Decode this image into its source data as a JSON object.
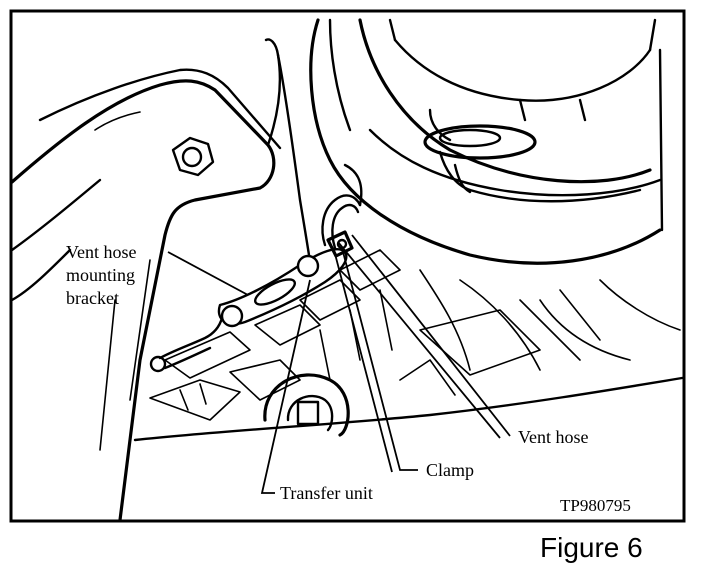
{
  "labels": {
    "vent_hose_bracket_line1": "Vent hose",
    "vent_hose_bracket_line2": "mounting",
    "vent_hose_bracket_line3": "bracket",
    "vent_hose": "Vent hose",
    "clamp": "Clamp",
    "transfer_unit": "Transfer unit"
  },
  "reference_code": "TP980795",
  "caption": "Figure 6"
}
